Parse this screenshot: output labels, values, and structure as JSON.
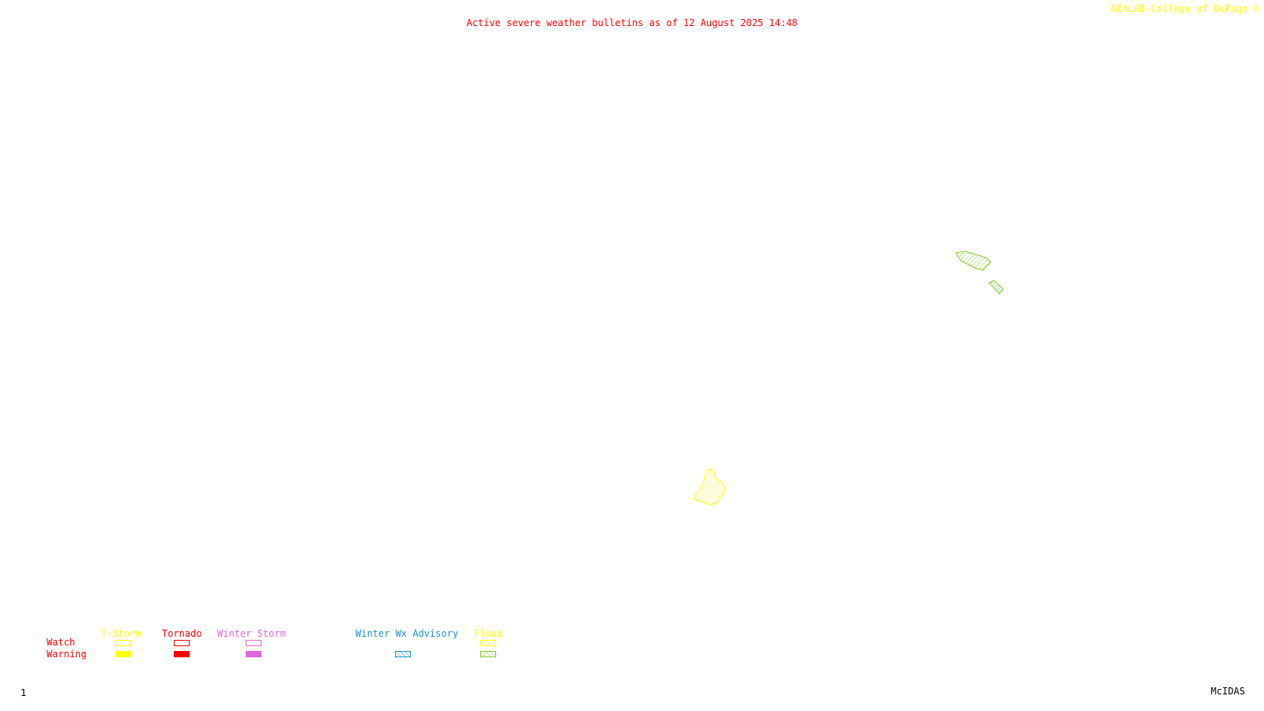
{
  "header": {
    "title": "Active severe weather bulletins as of 12 August 2025 14:48",
    "credit": "NEXLAB-College of DuPage ®"
  },
  "footer": {
    "frame_number": "1",
    "software": "McIDAS"
  },
  "legend": {
    "row_labels": {
      "watch": "Watch",
      "warning": "Warning"
    },
    "categories": [
      {
        "label": "T-Storm",
        "color": "#ffff00",
        "watch": "outline",
        "warning": "filled"
      },
      {
        "label": "Tornado",
        "color": "#ff0000",
        "watch": "outline",
        "warning": "filled"
      },
      {
        "label": "Winter Storm",
        "color": "#e066e0",
        "watch": "outline",
        "warning": "filled"
      },
      {
        "label": "Winter Wx Advisory",
        "color": "#1e90d8",
        "watch": "",
        "warning": "hatched"
      },
      {
        "label": "Flood",
        "color_watch": "#ffff00",
        "color": "#7fcc2a",
        "watch": "hatched",
        "warning": "hatched"
      }
    ]
  },
  "map": {
    "bulletins": [
      {
        "type": "flood-warning",
        "color": "#7fcc2a"
      },
      {
        "type": "flood-warning",
        "color": "#7fcc2a"
      },
      {
        "type": "flood-watch",
        "color": "#ffff00"
      }
    ]
  }
}
